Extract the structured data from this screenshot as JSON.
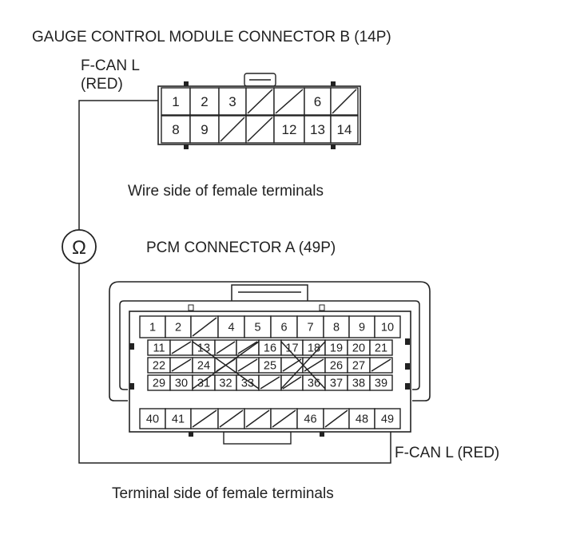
{
  "title_b": "GAUGE CONTROL MODULE CONNECTOR B (14P)",
  "wire_label_top": [
    "F-CAN L",
    "(RED)"
  ],
  "caption_b": "Wire side of female terminals",
  "title_a": "PCM CONNECTOR A (49P)",
  "wire_label_bottom": "F-CAN L (RED)",
  "caption_a": "Terminal side of female terminals",
  "meter_symbol": "Ω",
  "connector_b": {
    "row1": [
      "1",
      "2",
      "3",
      "",
      "",
      "6",
      ""
    ],
    "row2": [
      "8",
      "9",
      "",
      "",
      "12",
      "13",
      "14"
    ]
  },
  "connector_a": {
    "row1": [
      "1",
      "2",
      "",
      "4",
      "5",
      "6",
      "7",
      "8",
      "9",
      "10"
    ],
    "row2": [
      "11",
      "",
      "13",
      "",
      "",
      "16",
      "17",
      "18",
      "19",
      "20",
      "21"
    ],
    "row3": [
      "22",
      "",
      "24",
      "",
      "",
      "25",
      "",
      "",
      "26",
      "27",
      ""
    ],
    "row4": [
      "29",
      "30",
      "31",
      "32",
      "33",
      "",
      "",
      "36",
      "37",
      "38",
      "39"
    ],
    "row5": [
      "40",
      "41",
      "",
      "",
      "",
      "",
      "46",
      "",
      "48",
      "49"
    ]
  }
}
